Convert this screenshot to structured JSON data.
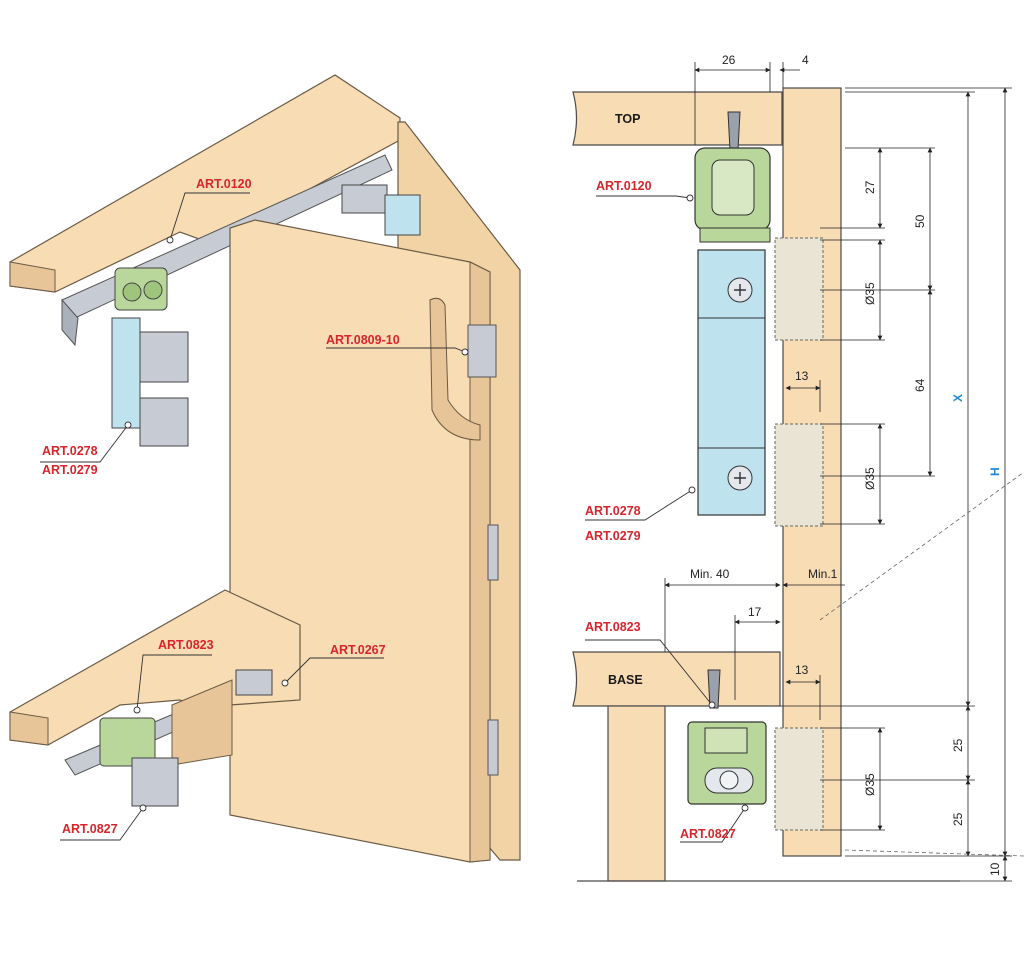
{
  "left_labels": {
    "art0120": "ART.0120",
    "art0809": "ART.0809-10",
    "art0278": "ART.0278",
    "art0279": "ART.0279",
    "art0823": "ART.0823",
    "art0267": "ART.0267",
    "art0827": "ART.0827"
  },
  "right_labels": {
    "top": "TOP",
    "base": "BASE",
    "art0120": "ART.0120",
    "art0278": "ART.0278",
    "art0279": "ART.0279",
    "art0823": "ART.0823",
    "art0827": "ART.0827"
  },
  "dimensions": {
    "d26": "26",
    "d4": "4",
    "d27": "27",
    "d50": "50",
    "d35a": "Ø35",
    "d64": "64",
    "d13a": "13",
    "d35b": "Ø35",
    "dx": "X",
    "dh": "H",
    "dmin40": "Min. 40",
    "dmin1": "Min.1",
    "d17": "17",
    "d13b": "13",
    "d25a": "25",
    "d35c": "Ø35",
    "d25b": "25",
    "d10": "10"
  },
  "colors": {
    "wood": "#f7dcb4",
    "wood_dark": "#e8c598",
    "steel": "#c7ccd4",
    "blue_part": "#bfe2ef",
    "green_part": "#b9d79a",
    "label_red": "#d6262b",
    "dim_blue": "#1e88d6"
  }
}
